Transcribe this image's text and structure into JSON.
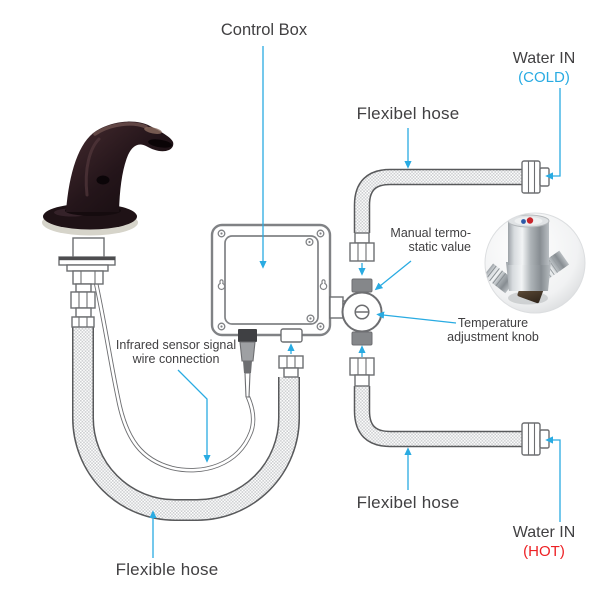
{
  "colors": {
    "accent_cyan": "#29abe2",
    "hot_red": "#ed2024",
    "text_dark": "#414042",
    "lineart_gray": "#6d6e71"
  },
  "labels": {
    "control_box": "Control Box",
    "water_in_cold": {
      "line1": "Water IN",
      "line2": "(COLD)"
    },
    "flexibel_hose_top": "Flexibel hose",
    "manual_valve": {
      "line1": "Manual termo-",
      "line2": "static value"
    },
    "temperature_knob": {
      "line1": "Temperature",
      "line2": "adjustment knob"
    },
    "infrared": {
      "line1": "Infrared sensor signal",
      "line2": "wire connection"
    },
    "flexibel_hose_bottom": "Flexibel hose",
    "water_in_hot": {
      "line1": "Water IN",
      "line2": "(HOT)"
    },
    "flexible_hose": "Flexible hose"
  },
  "graphics": {
    "faucet": "automatic-sensor-faucet",
    "control_box": "control-box",
    "valve": "thermostatic-mixing-valve",
    "valve_photo": "valve-photo-inset",
    "cold_hose": "cold-supply-hose",
    "hot_hose": "hot-supply-hose",
    "faucet_hose": "faucet-supply-hose",
    "sensor_wire": "infrared-sensor-wire"
  }
}
